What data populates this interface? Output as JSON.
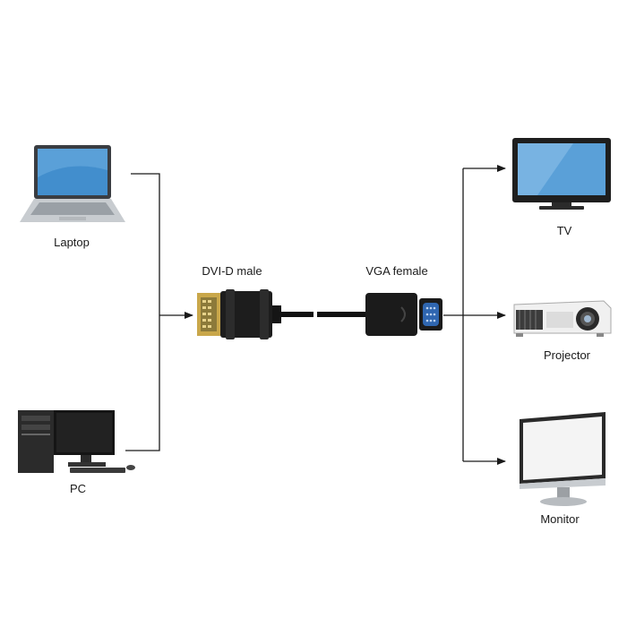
{
  "sources": [
    {
      "id": "laptop",
      "label": "Laptop",
      "icon": "laptop-icon"
    },
    {
      "id": "pc",
      "label": "PC",
      "icon": "desktop-pc-icon"
    }
  ],
  "adapter": {
    "input_label": "DVI-D male",
    "output_label": "VGA female",
    "input_icon": "dvi-connector-icon",
    "output_icon": "vga-connector-icon"
  },
  "outputs": [
    {
      "id": "tv",
      "label": "TV",
      "icon": "tv-icon"
    },
    {
      "id": "projector",
      "label": "Projector",
      "icon": "projector-icon"
    },
    {
      "id": "monitor",
      "label": "Monitor",
      "icon": "monitor-icon"
    }
  ],
  "colors": {
    "line": "#1a1a1a",
    "screen": "#5aa0d8",
    "device_body": "#2b2b2b",
    "laptop_body": "#c8ccd0",
    "connector_gold": "#c9a74a"
  }
}
